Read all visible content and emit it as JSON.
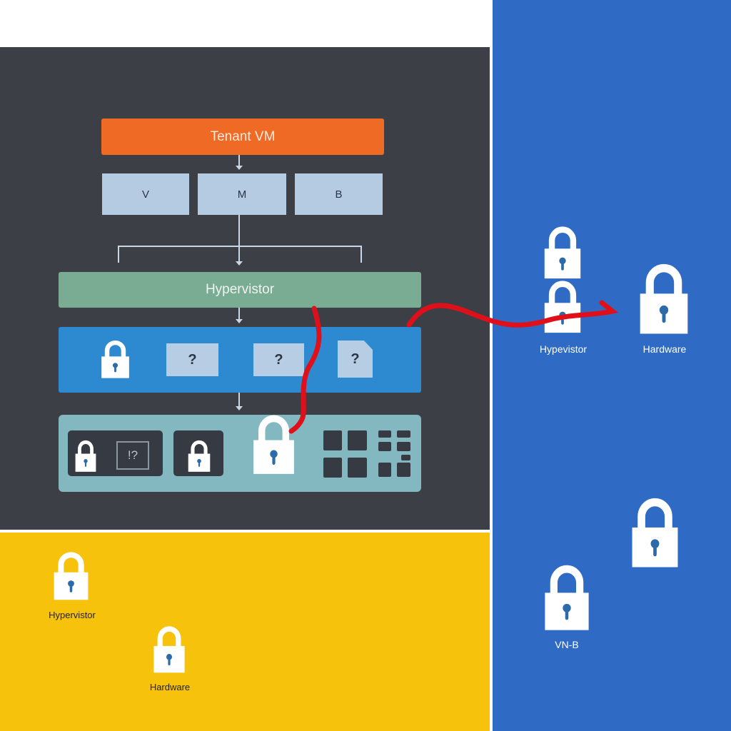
{
  "stack": {
    "tenant_vm": "Tenant VM",
    "components": [
      "V",
      "M",
      "B"
    ],
    "hypervisor": "Hypervistor",
    "unknown_boxes": [
      "?",
      "?",
      "?"
    ],
    "hw_unknown": "!?"
  },
  "right_panel": {
    "labels": [
      "Hypevistor",
      "Hardware",
      "VN-B"
    ]
  },
  "bottom_panel": {
    "labels": [
      "Hypervistor",
      "Hardware"
    ]
  },
  "colors": {
    "orange": "#ef6a24",
    "green": "#7aab93",
    "blue_bar": "#2e8ad0",
    "teal": "#83b8c0",
    "yellow": "#f7c20c",
    "side_blue": "#2f6bc4",
    "attack": "#e0101a"
  }
}
